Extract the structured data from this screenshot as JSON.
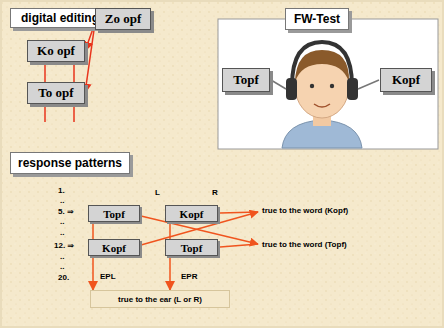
{
  "diagram": {
    "nodes": [
      {
        "text": [
          "digital editing"
        ]
      },
      {
        "text": [
          "Zo opf"
        ]
      },
      {
        "text": [
          "Ko opf"
        ]
      },
      {
        "text": [
          "To opf"
        ]
      },
      {
        "text": [
          "FW-Test"
        ]
      },
      {
        "text": [
          "Topf"
        ]
      },
      {
        "text": [
          "Kopf"
        ]
      },
      {
        "text": [
          "response patterns"
        ]
      },
      {
        "text": [
          "Topf"
        ]
      },
      {
        "text": [
          "Kopf"
        ]
      },
      {
        "text": [
          "Kopf"
        ]
      },
      {
        "text": [
          "Topf"
        ]
      },
      {
        "text": [
          "true to the ear (L or R)"
        ]
      }
    ],
    "edges": [
      {
        "from": 1,
        "to": 2,
        "arrow": "to"
      },
      {
        "from": 1,
        "to": 3,
        "arrow": "to"
      },
      {
        "from": 8,
        "to": 10,
        "arrow": "none"
      },
      {
        "from": 9,
        "to": 11,
        "arrow": "none"
      },
      {
        "from": 10,
        "to": 12,
        "arrow": "to"
      },
      {
        "from": 11,
        "to": 12,
        "arrow": "to"
      }
    ],
    "labels": [
      "1.",
      "..",
      "5. ⇒",
      "..",
      "..",
      "12. ⇒",
      "..",
      "..",
      "20.",
      "L",
      "R",
      "true to the word (Kopf)",
      "true to the word (Topf)",
      "EPL",
      "EPR"
    ]
  }
}
